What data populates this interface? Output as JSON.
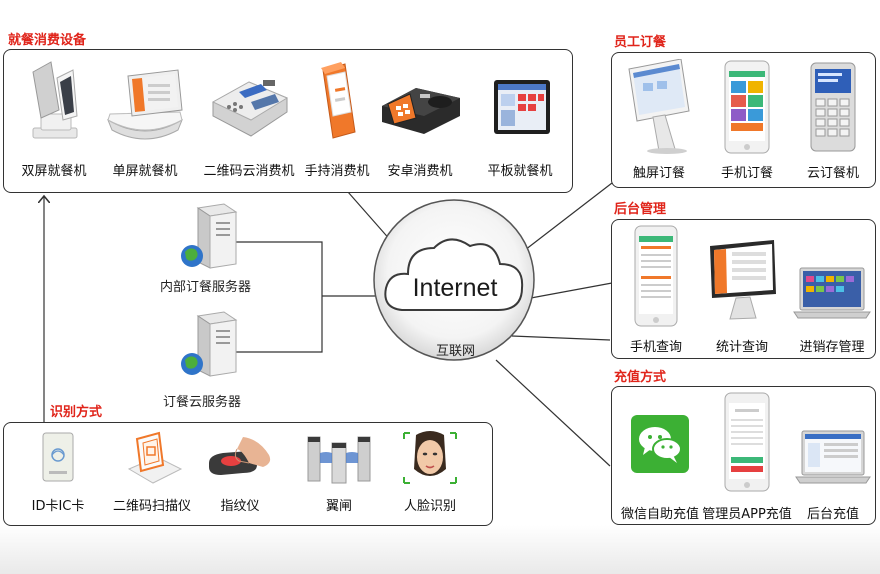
{
  "sections": {
    "dining": {
      "title": "就餐消费设备",
      "items": [
        {
          "label": "双屏就餐机",
          "icon": "dual-screen-terminal-icon"
        },
        {
          "label": "单屏就餐机",
          "icon": "single-screen-terminal-icon"
        },
        {
          "label": "二维码云消费机",
          "icon": "qr-consumption-machine-icon"
        },
        {
          "label": "手持消费机",
          "icon": "handheld-pos-icon"
        },
        {
          "label": "安卓消费机",
          "icon": "android-pos-icon"
        },
        {
          "label": "平板就餐机",
          "icon": "tablet-terminal-icon"
        }
      ]
    },
    "staff_order": {
      "title": "员工订餐",
      "items": [
        {
          "label": "触屏订餐",
          "icon": "touchscreen-kiosk-icon"
        },
        {
          "label": "手机订餐",
          "icon": "phone-ordering-icon"
        },
        {
          "label": "云订餐机",
          "icon": "cloud-order-device-icon"
        }
      ]
    },
    "backend": {
      "title": "后台管理",
      "items": [
        {
          "label": "手机查询",
          "icon": "phone-query-icon"
        },
        {
          "label": "统计查询",
          "icon": "statistics-monitor-icon"
        },
        {
          "label": "进销存管理",
          "icon": "inventory-laptop-icon"
        }
      ]
    },
    "recharge": {
      "title": "充值方式",
      "items": [
        {
          "label": "微信自助充值",
          "icon": "wechat-icon"
        },
        {
          "label": "管理员APP充值",
          "icon": "admin-app-phone-icon"
        },
        {
          "label": "后台充值",
          "icon": "backend-laptop-icon"
        }
      ]
    },
    "identify": {
      "title": "识别方式",
      "items": [
        {
          "label": "ID卡IC卡",
          "icon": "card-reader-icon"
        },
        {
          "label": "二维码扫描仪",
          "icon": "qr-scanner-icon"
        },
        {
          "label": "指纹仪",
          "icon": "fingerprint-reader-icon"
        },
        {
          "label": "翼闸",
          "icon": "wing-gate-icon"
        },
        {
          "label": "人脸识别",
          "icon": "face-recognition-icon"
        }
      ]
    }
  },
  "servers": {
    "internal": {
      "label": "内部订餐服务器",
      "icon": "server-icon"
    },
    "cloud": {
      "label": "订餐云服务器",
      "icon": "server-icon"
    }
  },
  "cloud": {
    "title": "Internet",
    "subtitle": "互联网"
  },
  "colors": {
    "section_title": "#e0241a",
    "line": "#333333",
    "wechat": "#3cb034",
    "orange": "#f0782a"
  }
}
